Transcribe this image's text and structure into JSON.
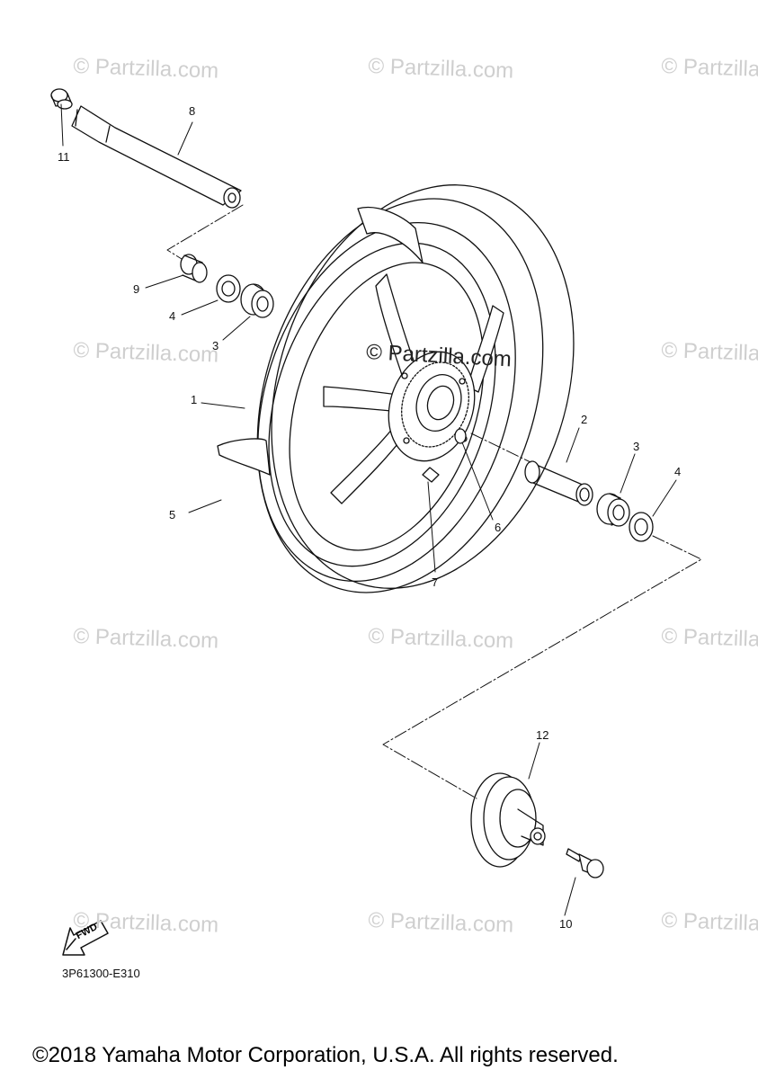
{
  "watermark_text": "© Partzilla.com",
  "center_watermark_text": "© Partzilla.com",
  "callouts": [
    "8",
    "11",
    "9",
    "4",
    "3",
    "1",
    "5",
    "2",
    "3",
    "4",
    "6",
    "7",
    "12",
    "10"
  ],
  "fwd_label": "FWD",
  "diagram_code": "3P61300-E310",
  "copyright": "©2018 Yamaha Motor Corporation, U.S.A. All rights reserved.",
  "colors": {
    "line": "#111111",
    "watermark": "#cfcfcf",
    "background": "#ffffff"
  }
}
